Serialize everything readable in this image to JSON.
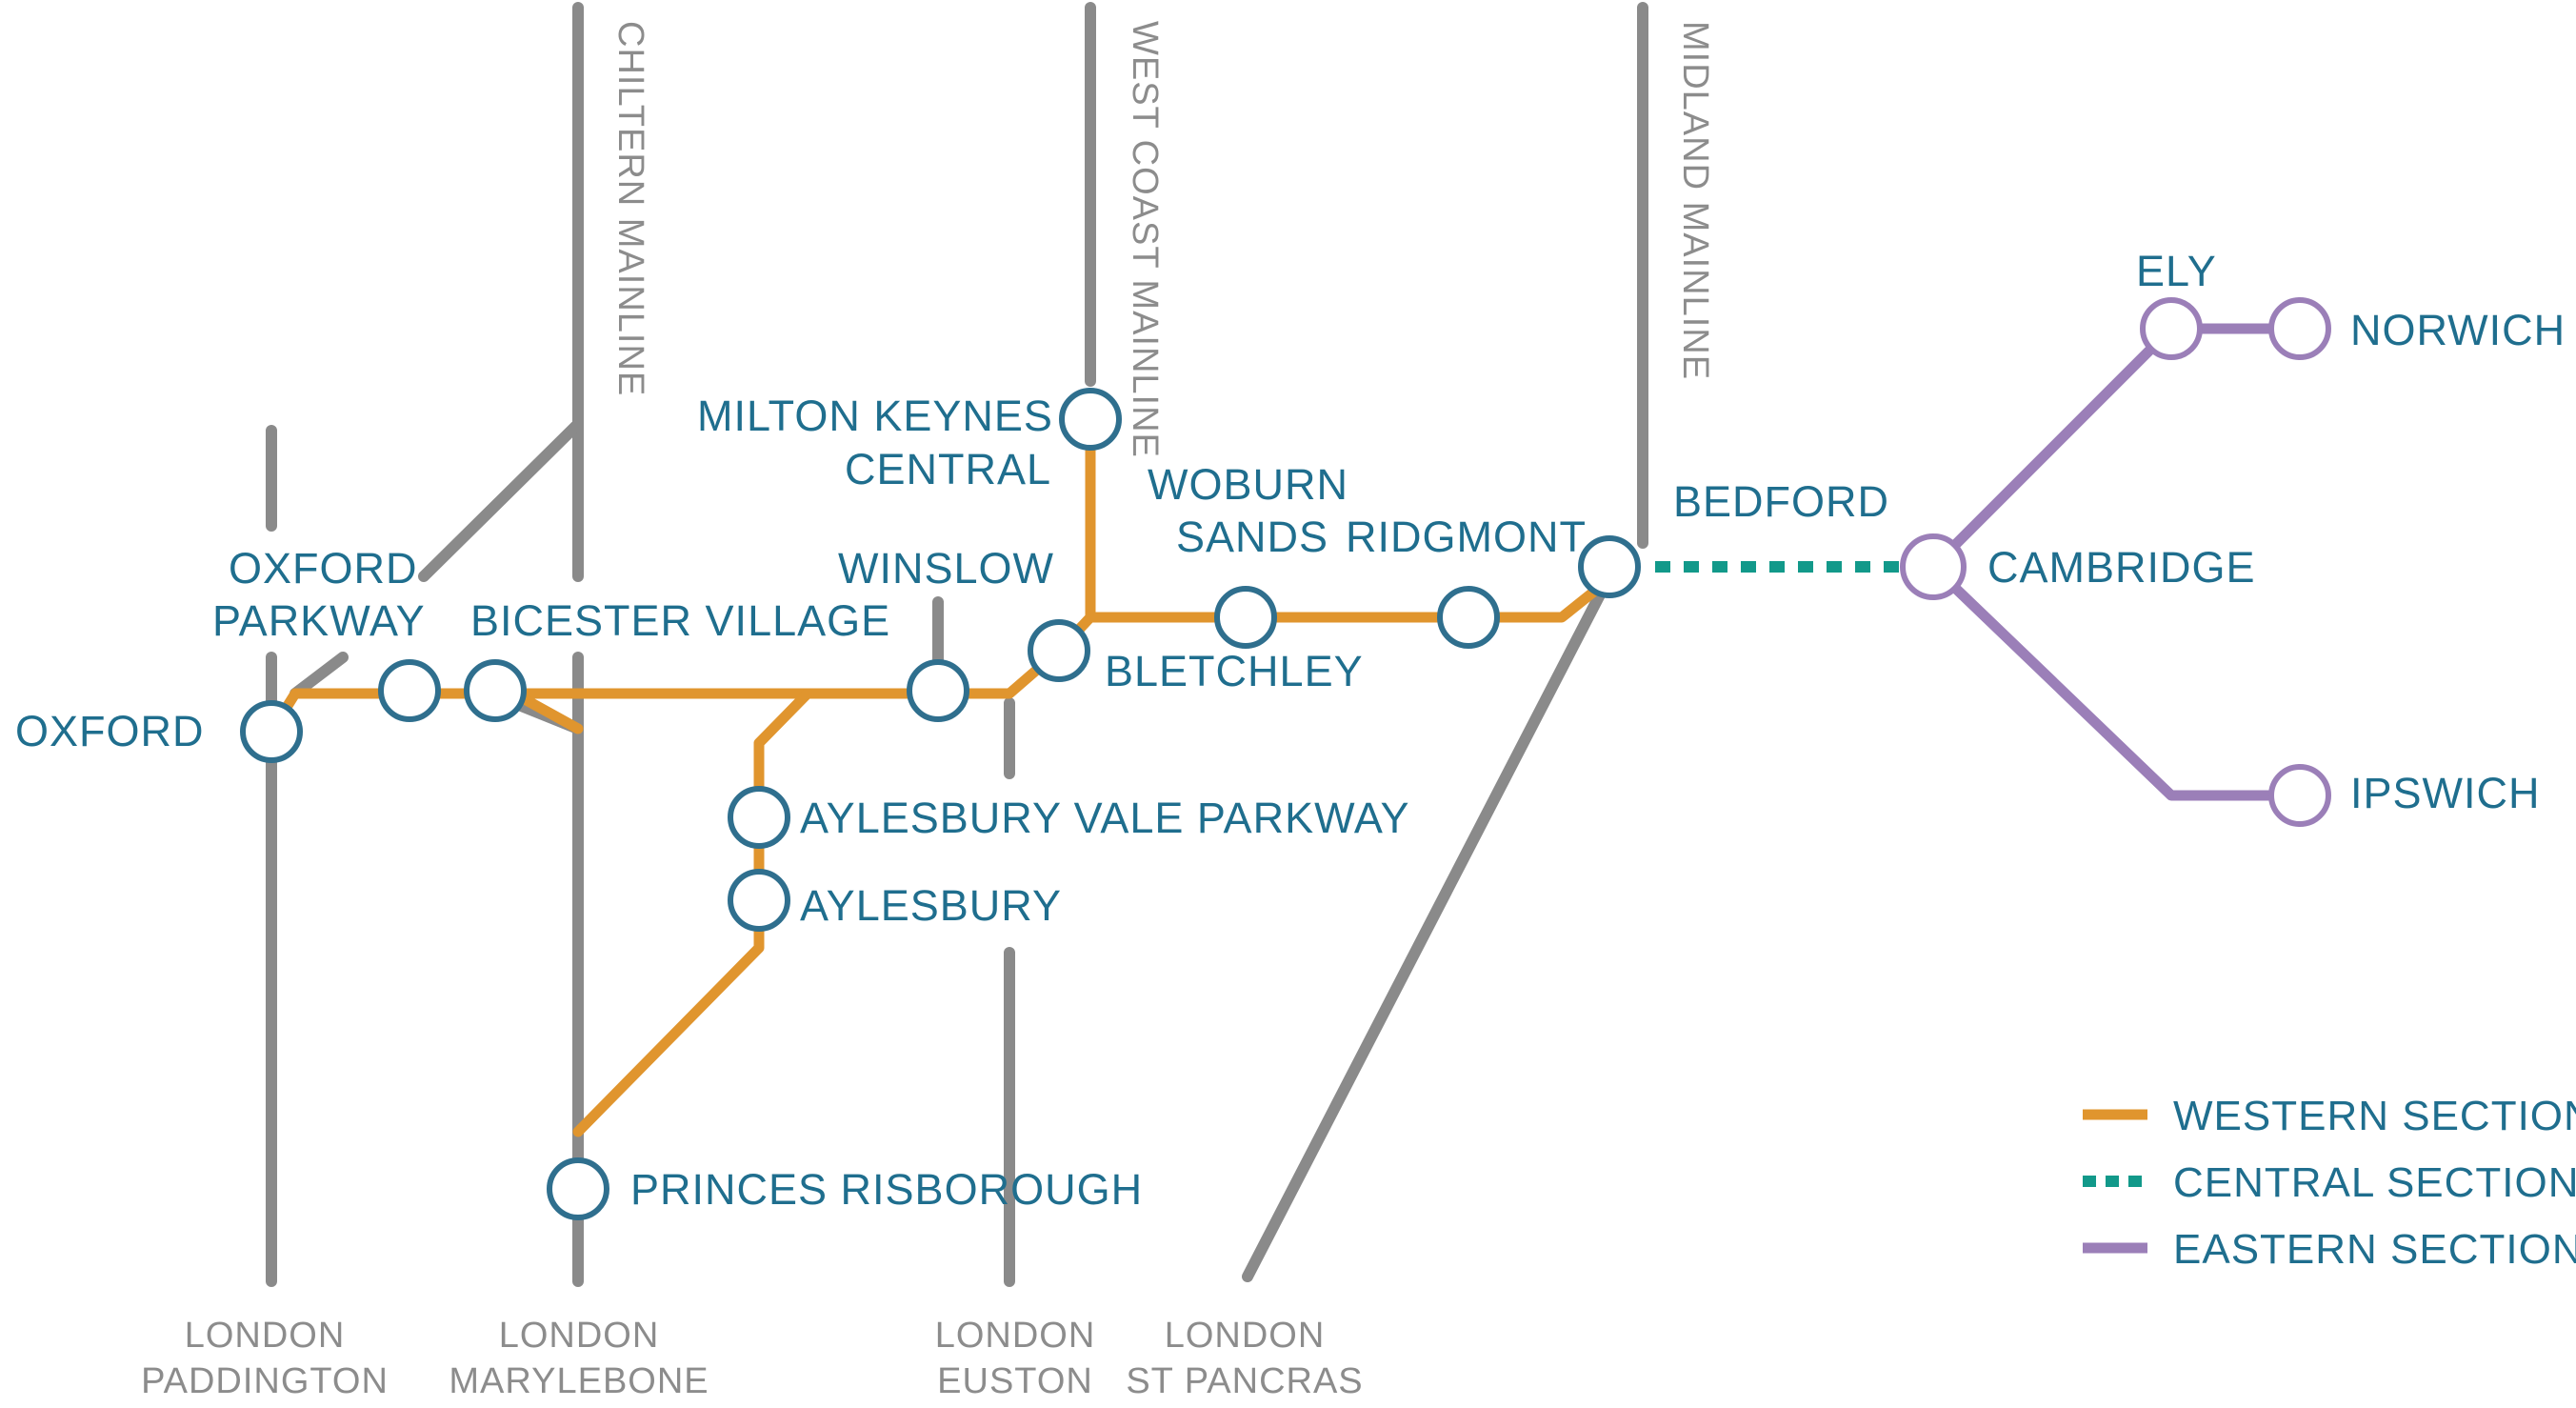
{
  "colors": {
    "western": "#e0952e",
    "central": "#12998a",
    "eastern": "#9b7fb8",
    "mainline": "#8a8a8a",
    "station_text": "#1f6e8e",
    "mainline_text": "#8c8c8c"
  },
  "mainlines": {
    "chiltern": "CHILTERN MAINLINE",
    "west_coast": "WEST COAST MAINLINE",
    "midland": "MIDLAND MAINLINE"
  },
  "termini": {
    "paddington": [
      "LONDON",
      "PADDINGTON"
    ],
    "marylebone": [
      "LONDON",
      "MARYLEBONE"
    ],
    "euston": [
      "LONDON",
      "EUSTON"
    ],
    "st_pancras": [
      "LONDON",
      "ST PANCRAS"
    ]
  },
  "stations": {
    "oxford": "OXFORD",
    "oxford_parkway": [
      "OXFORD",
      "PARKWAY"
    ],
    "bicester_village": "BICESTER VILLAGE",
    "winslow": "WINSLOW",
    "milton_keynes": [
      "MILTON KEYNES",
      "CENTRAL"
    ],
    "bletchley": "BLETCHLEY",
    "woburn_sands": [
      "WOBURN",
      "SANDS"
    ],
    "ridgmont": "RIDGMONT",
    "bedford": "BEDFORD",
    "aylesbury_vale_parkway": "AYLESBURY VALE PARKWAY",
    "aylesbury": "AYLESBURY",
    "princes_risborough": "PRINCES RISBOROUGH",
    "cambridge": "CAMBRIDGE",
    "ely": "ELY",
    "norwich": "NORWICH",
    "ipswich": "IPSWICH"
  },
  "legend": {
    "western": "WESTERN SECTION",
    "central": "CENTRAL SECTION",
    "eastern": "EASTERN SECTION"
  }
}
